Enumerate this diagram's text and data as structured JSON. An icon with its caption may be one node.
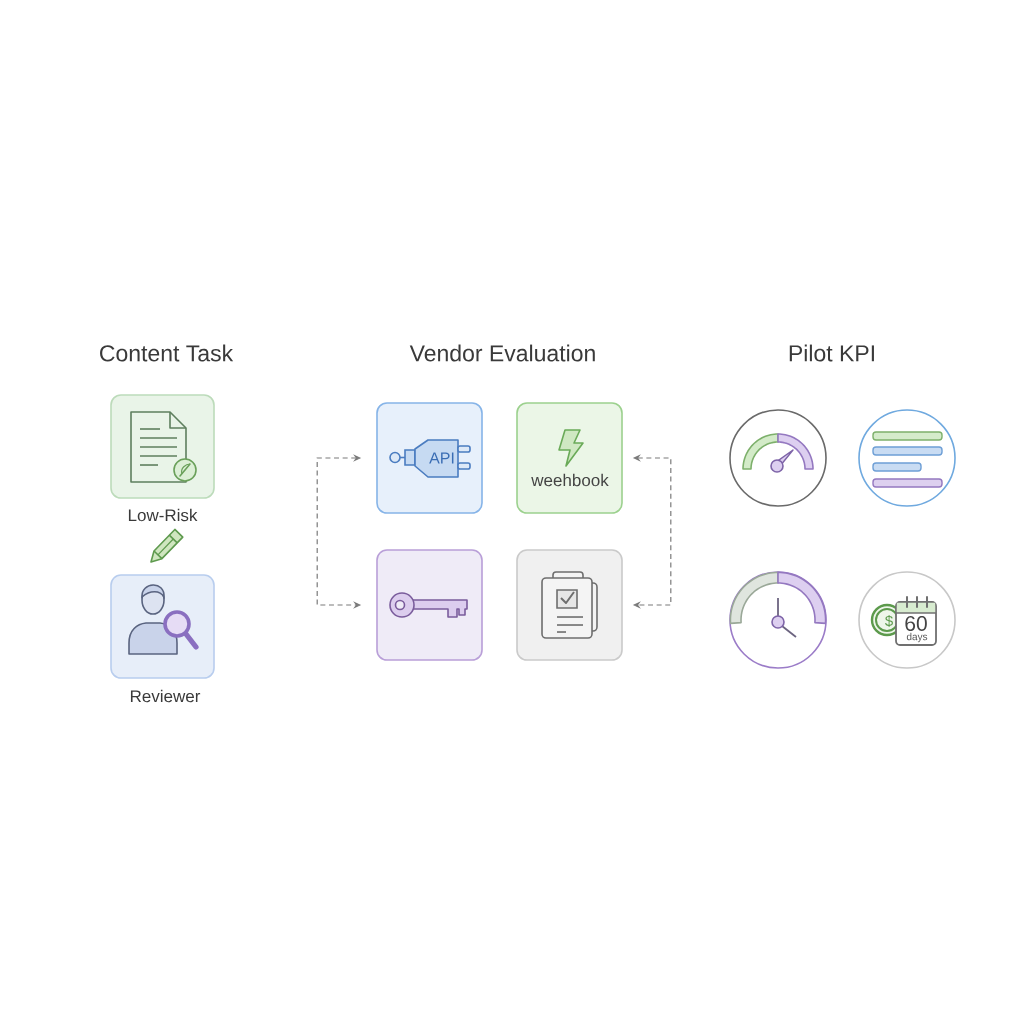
{
  "diagram": {
    "nodes": [
      {
        "text": [
          "Low-Risk"
        ]
      },
      {
        "text": [
          "Reviewer"
        ]
      },
      {
        "text": [
          "API"
        ]
      },
      {
        "text": [
          "weehbook"
        ]
      },
      {
        "text": [],
        "shape": "box"
      },
      {
        "text": [],
        "shape": "box"
      },
      {
        "text": [],
        "shape": "circle"
      },
      {
        "text": [],
        "shape": "circle"
      },
      {
        "text": [],
        "shape": "circle"
      },
      {
        "text": [
          "$",
          "60",
          "days"
        ]
      }
    ],
    "edges": [
      {
        "from": 2,
        "to": 4,
        "arrow": "both",
        "style": "dashed"
      },
      {
        "from": 3,
        "to": 5,
        "arrow": "both",
        "style": "dashed"
      }
    ],
    "labels": [
      "Content Task",
      "Vendor Evaluation",
      "Pilot KPI"
    ]
  }
}
